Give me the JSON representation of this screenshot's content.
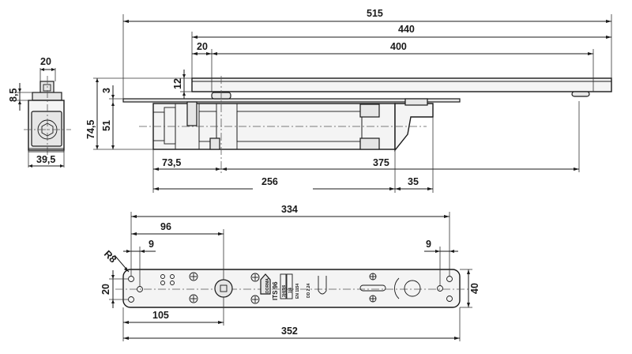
{
  "dimensions": {
    "total_length": "515",
    "arm_length": "440",
    "arm_offset": "20",
    "arm_travel": "400",
    "arm_height": "12",
    "rail_thickness": "3",
    "body_height": "51",
    "overall_height": "74,5",
    "pivot_offset": "73,5",
    "span_375": "375",
    "body_length": "256",
    "bracket": "35",
    "side_width_top": "20",
    "side_height": "8,5",
    "side_width": "39,5",
    "plate_hole_span": "334",
    "plate_pivot_offset": "96",
    "plate_radius": "R8",
    "plate_hole_left": "9",
    "plate_hole_right": "9",
    "plate_width": "40",
    "plate_hole_pitch": "20",
    "plate_axis_offset": "105",
    "plate_length": "352"
  },
  "plate_marking": {
    "brand": "DORMA",
    "model": "ITS 96",
    "sizes": [
      "3",
      "4",
      "5",
      "6"
    ],
    "sizes_alt": [
      "1",
      "4"
    ],
    "norm": "EN 1154",
    "approval": "DD 2.24"
  },
  "colors": {
    "line": "#1a1a1a",
    "fill": "#f4f4f4"
  }
}
